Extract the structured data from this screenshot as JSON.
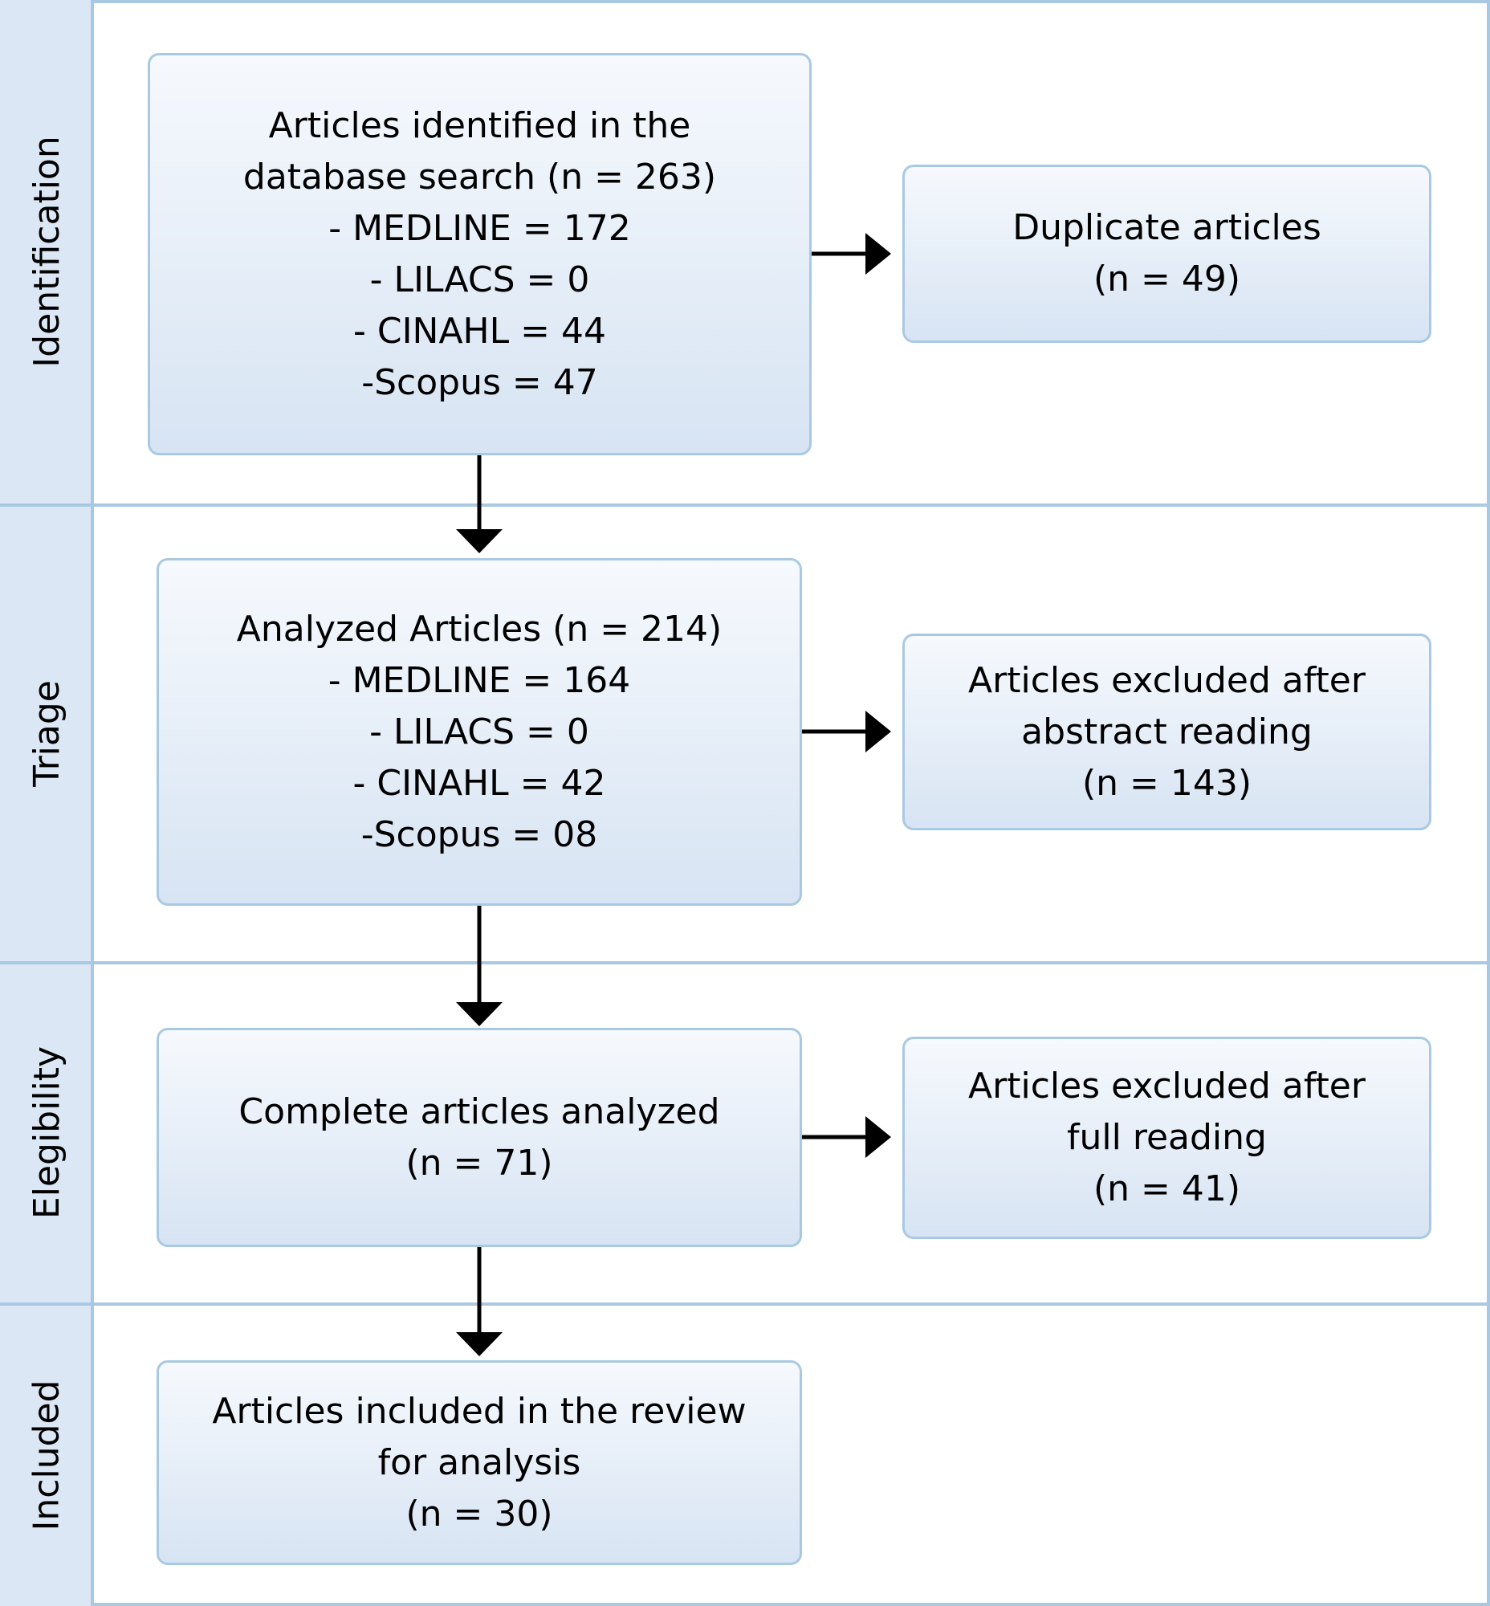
{
  "stages": {
    "identification": "Identification",
    "triage": "Triage",
    "elegibility": "Elegibility",
    "included": "Included"
  },
  "boxes": {
    "identified": {
      "line1": "Articles identified in the",
      "line2": "database search (n = 263)",
      "line3": "- MEDLINE = 172",
      "line4": "- LILACS = 0",
      "line5": "- CINAHL = 44",
      "line6": "-Scopus = 47"
    },
    "duplicates": {
      "line1": "Duplicate articles",
      "line2": "(n = 49)"
    },
    "analyzed": {
      "line1": "Analyzed Articles (n = 214)",
      "line2": "- MEDLINE = 164",
      "line3": "- LILACS = 0",
      "line4": "- CINAHL = 42",
      "line5": "-Scopus = 08"
    },
    "excluded_abstract": {
      "line1": "Articles excluded after",
      "line2": "abstract reading",
      "line3": "(n = 143)"
    },
    "complete": {
      "line1": "Complete articles analyzed",
      "line2": "(n = 71)"
    },
    "excluded_full": {
      "line1": "Articles excluded after",
      "line2": "full reading",
      "line3": "(n = 41)"
    },
    "included": {
      "line1": "Articles included in the review",
      "line2": "for analysis",
      "line3": "(n = 30)"
    }
  },
  "colors": {
    "border": "#a9c9e3",
    "sidebar": "#dbe7f4",
    "box_top": "#f6f9fd",
    "box_bottom": "#d7e4f3",
    "arrow": "#000000"
  }
}
